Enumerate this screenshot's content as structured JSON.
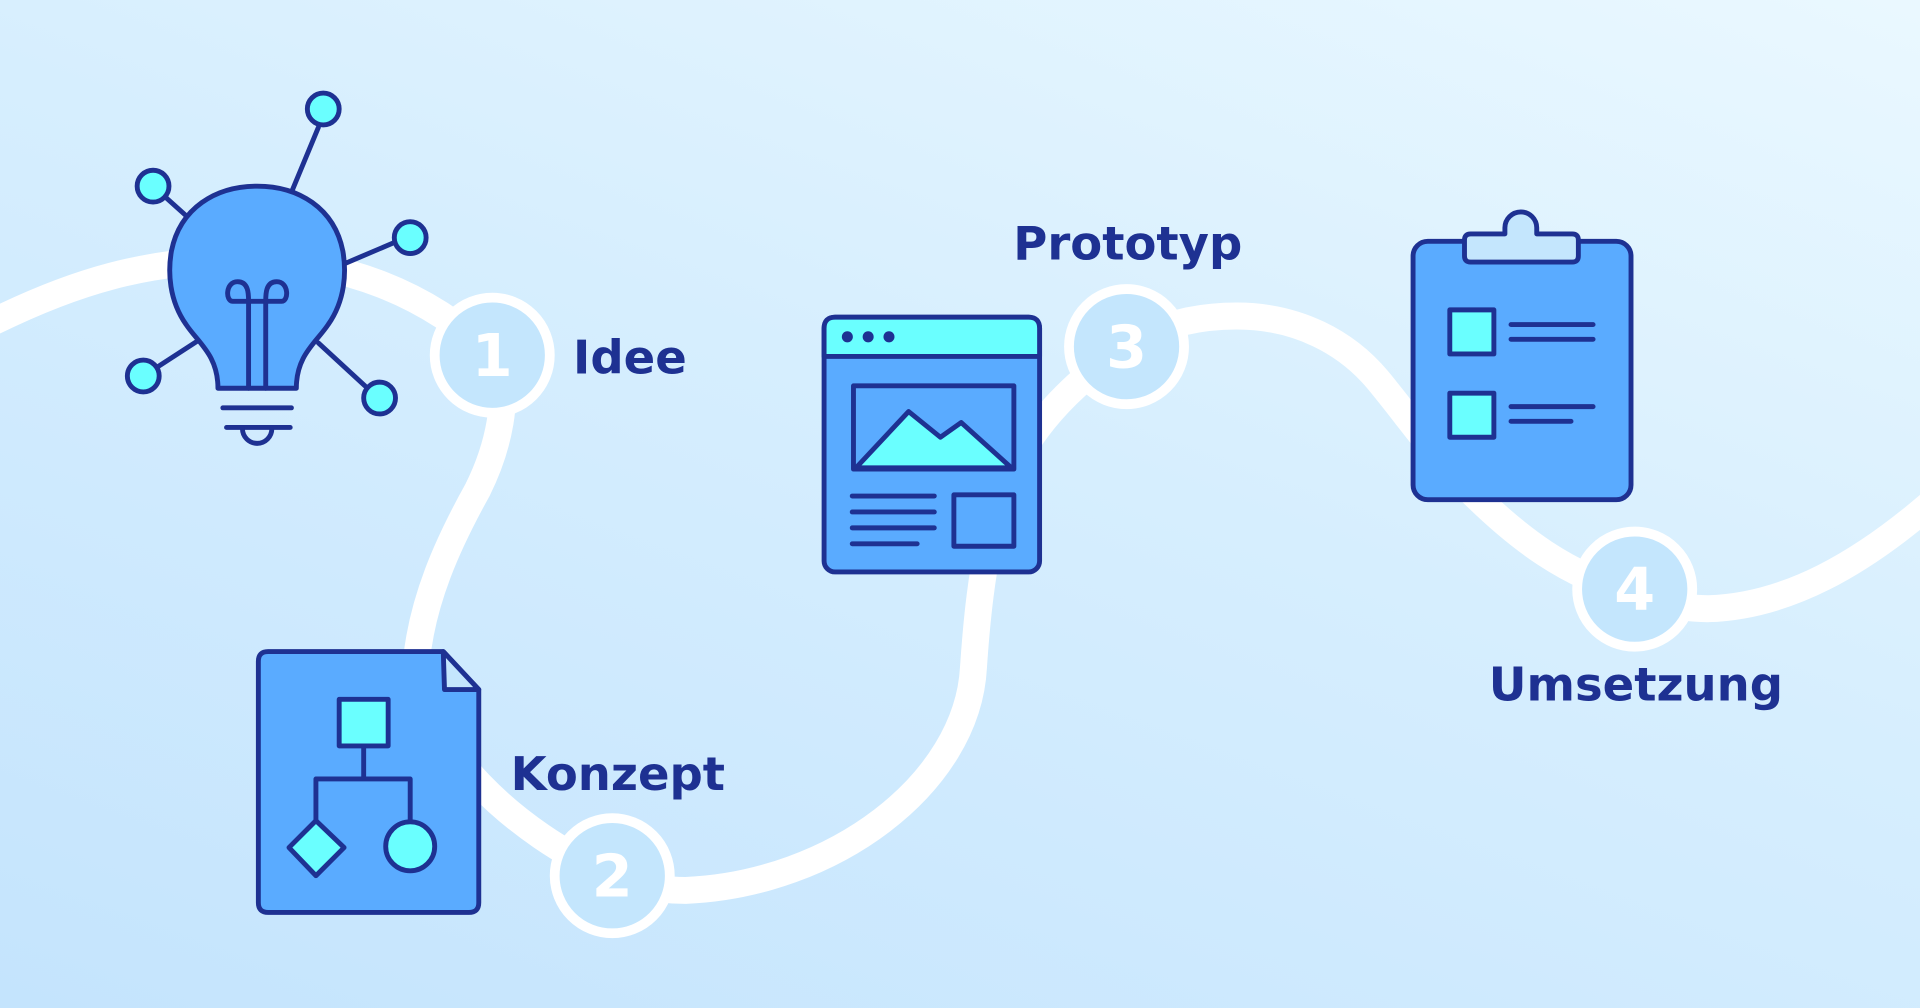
{
  "title": "Idee zu Umsetzung Prozess",
  "colors": {
    "navy": "#1e3192",
    "blue": "#5aabff",
    "cyan": "#6affff",
    "light": "#c4e6fd",
    "path": "#ffffff"
  },
  "steps": [
    {
      "number": "1",
      "label": "Idee",
      "icon": "lightbulb-icon"
    },
    {
      "number": "2",
      "label": "Konzept",
      "icon": "document-flowchart-icon"
    },
    {
      "number": "3",
      "label": "Prototyp",
      "icon": "browser-window-icon"
    },
    {
      "number": "4",
      "label": "Umsetzung",
      "icon": "clipboard-checklist-icon"
    }
  ]
}
